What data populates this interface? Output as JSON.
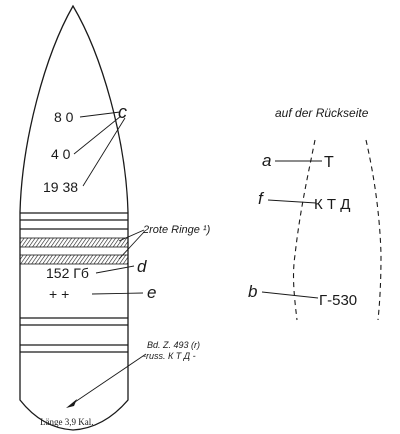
{
  "front": {
    "marks": [
      "8 0",
      "4 0",
      "19 38",
      "152 Гб",
      "+ +"
    ],
    "callouts": {
      "c": "c",
      "rings": "2rote Ringe ¹)",
      "d": "d",
      "e": "e",
      "base_line1": "Bd. Z. 493 (r)",
      "base_line2": "-russ. К Т Д -"
    }
  },
  "back": {
    "heading": "auf der Rückseite",
    "rows": [
      {
        "letter": "a",
        "mark": "Т"
      },
      {
        "letter": "f",
        "mark": "К Т Д"
      },
      {
        "letter": "b",
        "mark": "Г-530"
      }
    ]
  },
  "caption": "Länge 3,9 Kal."
}
